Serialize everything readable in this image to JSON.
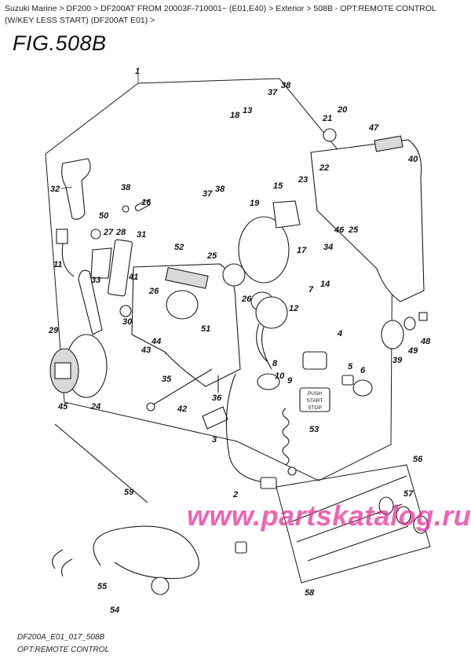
{
  "breadcrumb": {
    "items": [
      "Suzuki Marine",
      "DF200",
      "DF200AT FROM 20003F-710001~ (E01,E40)",
      "Exterior",
      "508B - OPT:REMOTE CONTROL (W/KEY LESS START) (DF200AT E01)"
    ],
    "separator": ">",
    "trailing": ">"
  },
  "figure": {
    "title": "FIG.508B",
    "code": "DF200A_E01_017_508B",
    "caption": "OPT:REMOTE CONTROL"
  },
  "push_button_label": [
    "PUSH",
    "START",
    "STOP"
  ],
  "watermark": "www.partskatalog.ru",
  "callouts": {
    "c1": "1",
    "c2": "2",
    "c3": "3",
    "c4": "4",
    "c5": "5",
    "c6": "6",
    "c7": "7",
    "c8": "8",
    "c9": "9",
    "c10": "10",
    "c11": "11",
    "c12": "12",
    "c13": "13",
    "c14": "14",
    "c15": "15",
    "c16": "16",
    "c17": "17",
    "c18": "18",
    "c19": "19",
    "c20": "20",
    "c21": "21",
    "c22": "22",
    "c23": "23",
    "c24": "24",
    "c25a": "25",
    "c25b": "25",
    "c26a": "26",
    "c26b": "26",
    "c27": "27",
    "c28a": "28",
    "c29": "29",
    "c30": "30",
    "c31": "31",
    "c32": "32",
    "c33": "33",
    "c34": "34",
    "c35": "35",
    "c36": "36",
    "c37a": "37",
    "c37b": "37",
    "c38a": "38",
    "c38b": "38",
    "c38c": "38",
    "c39": "39",
    "c40": "40",
    "c41": "41",
    "c42": "42",
    "c43": "43",
    "c44": "44",
    "c45": "45",
    "c46": "46",
    "c47": "47",
    "c48": "48",
    "c49": "49",
    "c50": "50",
    "c51": "51",
    "c52": "52",
    "c53": "53",
    "c54": "54",
    "c55": "55",
    "c56": "56",
    "c57": "57",
    "c58": "58",
    "c59": "59"
  }
}
